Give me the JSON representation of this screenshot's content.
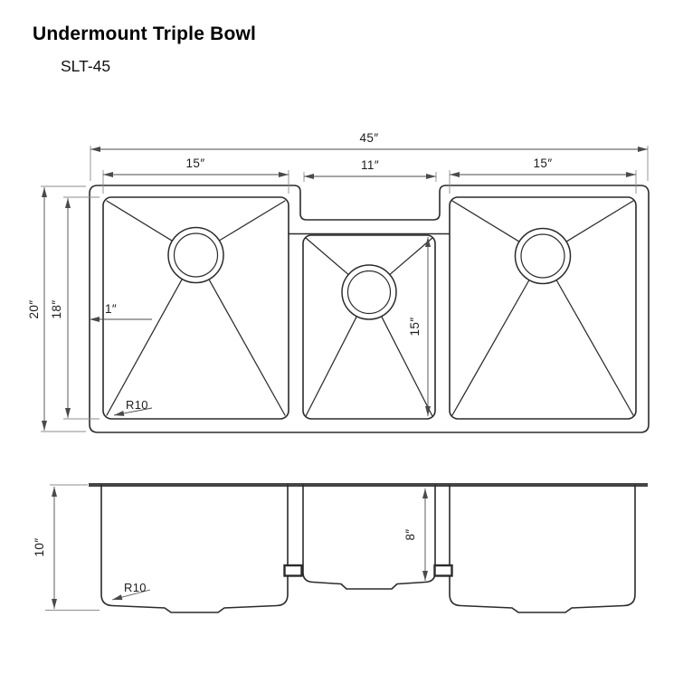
{
  "title": "Undermount Triple Bowl",
  "model": "SLT-45",
  "colors": {
    "line": "#2b2b2b",
    "dimension": "#4a4a4a",
    "extension": "#8c8c8c",
    "background": "#ffffff"
  },
  "top_view": {
    "label": "top-view",
    "width_total": "45″",
    "width_left_bowl": "15″",
    "width_middle_bowl": "11″",
    "width_right_bowl": "15″",
    "depth_total": "20″",
    "depth_bowl": "18″",
    "rim_width": "1″",
    "middle_bowl_length": "15″",
    "corner_radius": "R10"
  },
  "front_view": {
    "label": "front-view",
    "side_bowl_depth": "10″",
    "middle_bowl_depth": "8″",
    "corner_radius": "R10"
  }
}
